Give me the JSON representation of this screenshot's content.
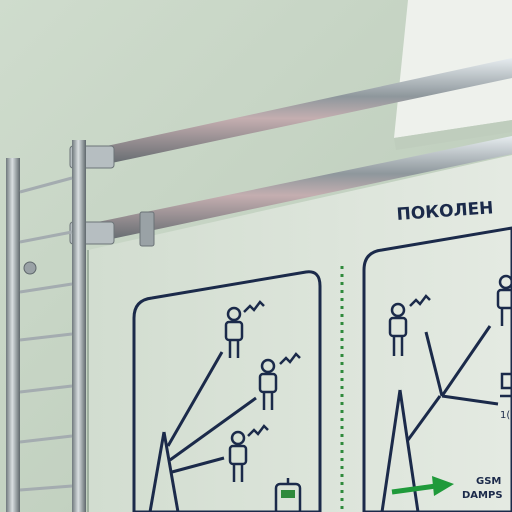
{
  "sign": {
    "heading": "ПОКОЛЕН",
    "label_line1": "GSM",
    "label_line2": "DAMPS",
    "label_partial": "1("
  },
  "colors": {
    "wall": "#c9d6c6",
    "window": "#eef1ec",
    "panel": "#dfe6dd",
    "ink": "#1b2a4a",
    "arrow": "#1f9a3a",
    "divider": "#2f8a3c",
    "steel": "#9aa2a6"
  }
}
